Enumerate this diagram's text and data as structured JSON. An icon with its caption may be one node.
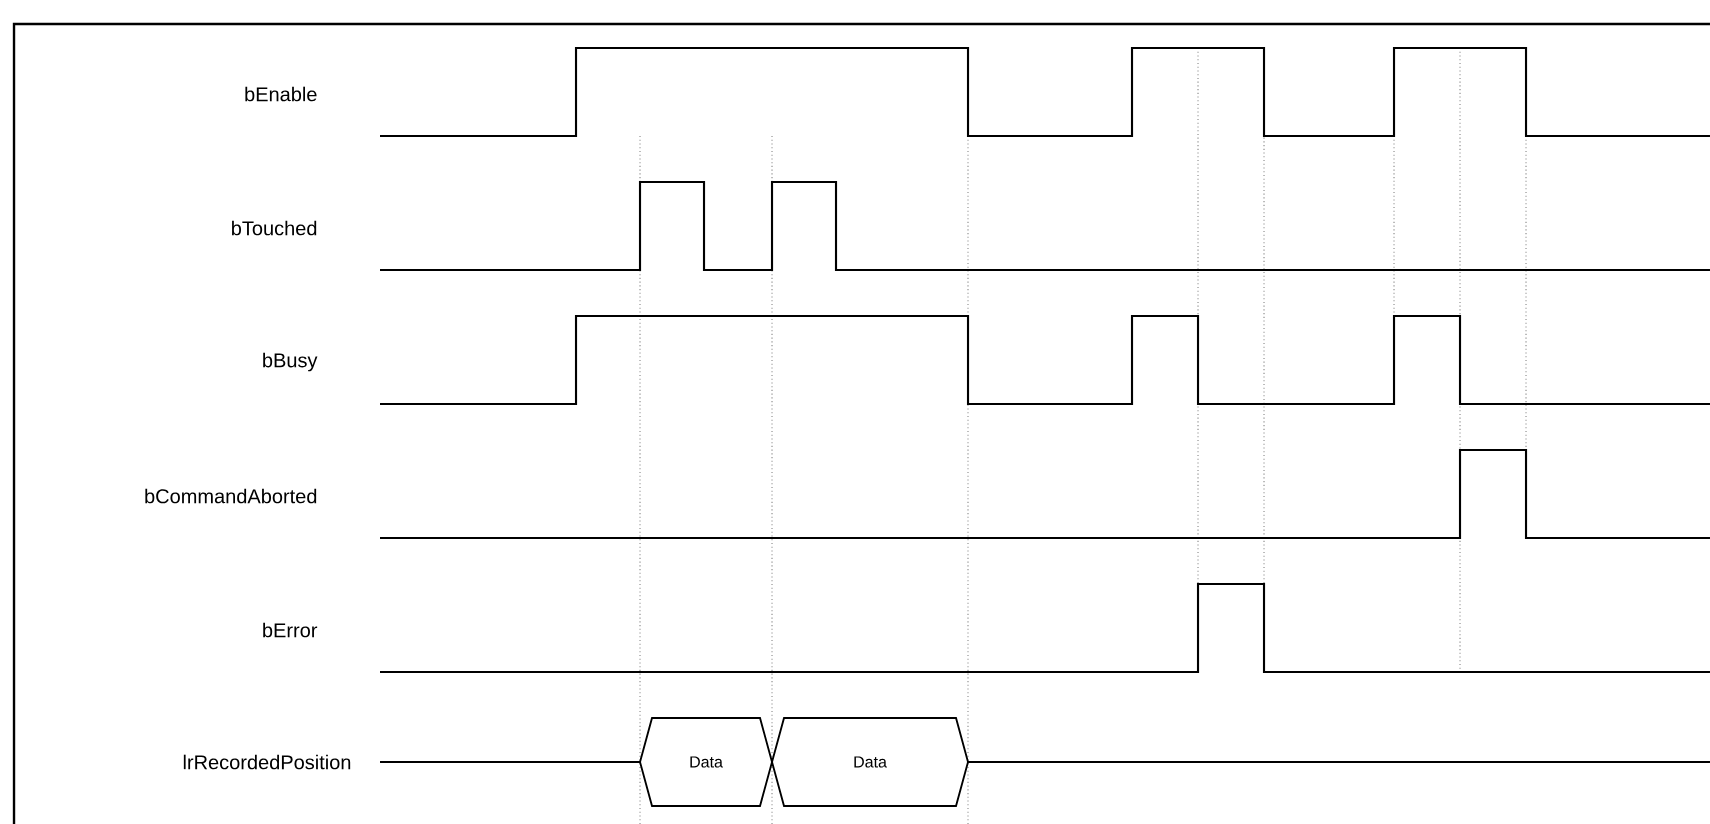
{
  "diagram": {
    "nodes": [
      {
        "text": [
          "Data"
        ]
      },
      {
        "text": [
          "Data"
        ]
      }
    ],
    "labels": [
      "bEnable",
      "bTouched",
      "bBusy",
      "bCommandAborted",
      "bError",
      "lrRecordedPosition"
    ]
  }
}
